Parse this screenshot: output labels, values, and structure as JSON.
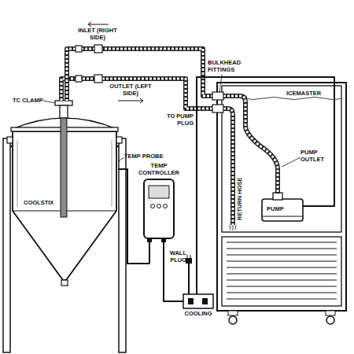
{
  "diagram": {
    "nodes": [
      {
        "text": [
          "COOLSTIX"
        ]
      },
      {
        "text": [
          "TEMP CONTROLLER"
        ]
      },
      {
        "text": [
          "COOLING"
        ]
      },
      {
        "text": [
          "ICEMASTER"
        ]
      },
      {
        "text": [
          "PUMP"
        ],
        "in": 3
      }
    ],
    "edges": [
      {
        "from": 0,
        "to": 3,
        "arrow": "none"
      },
      {
        "from": 3,
        "to": 0,
        "arrow": "none"
      },
      {
        "from": 1,
        "to": 0,
        "arrow": "none"
      },
      {
        "from": 1,
        "to": 2,
        "arrow": "none"
      },
      {
        "from": 4,
        "to": 2,
        "arrow": "none"
      }
    ],
    "labels": [
      "INLET (RIGHT SIDE)",
      "OUTLET (LEFT SIDE)",
      "TC CLAMP",
      "TEMP PROBE",
      "BULKHEAD FITTINGS",
      "TO PUMP PLUG",
      "PUMP OUTLET",
      "RETURN HOSE",
      "WALL PLUG"
    ]
  }
}
